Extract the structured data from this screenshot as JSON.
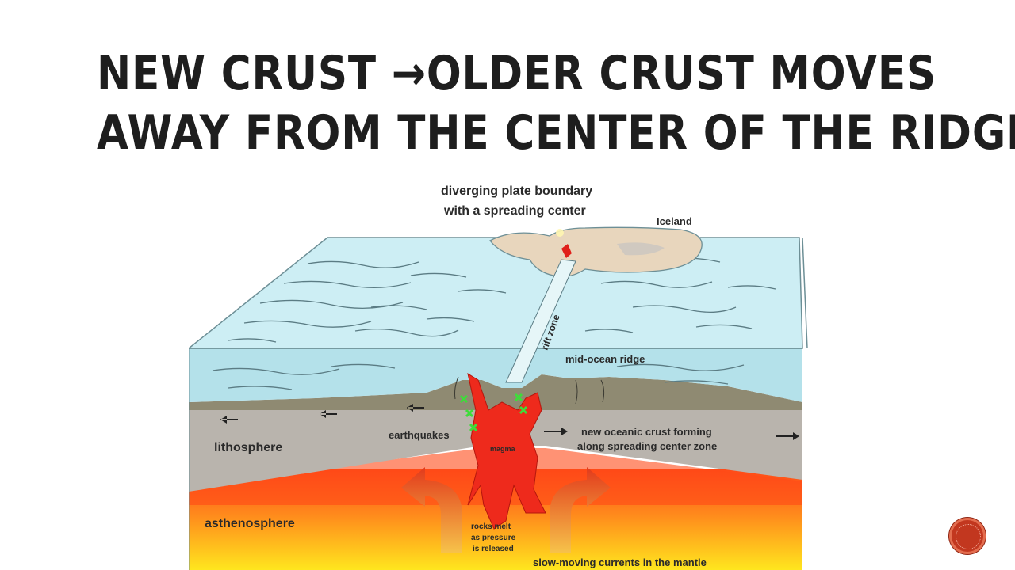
{
  "title": {
    "line1": "New crust →older crust moves",
    "line2": "away from the center of the ridge"
  },
  "diagram": {
    "labels": {
      "header_line1": "diverging plate boundary",
      "header_line2": "with a spreading center",
      "iceland": "Iceland",
      "rift_zone": "rift zone",
      "mid_ocean_ridge": "mid-ocean ridge",
      "new_crust_line1": "new oceanic crust forming",
      "new_crust_line2": "along spreading center zone",
      "earthquakes": "earthquakes",
      "lithosphere": "lithosphere",
      "magma": "magma",
      "asthenosphere": "asthenosphere",
      "rocks_melt_line1": "rocks melt",
      "rocks_melt_line2": "as pressure",
      "rocks_melt_line3": "is released",
      "slow_currents": "slow-moving currents in the mantle"
    },
    "colors": {
      "ocean_surface": "#cdeef4",
      "ocean_side": "#b4e1ea",
      "lithosphere": "#b9b4ad",
      "seafloor": "#8f8a72",
      "iceland": "#e8d6bd",
      "magma": "#ee2a1c",
      "asthenosphere_top": "#ff5a1a",
      "asthenosphere_bottom": "#ffe61e",
      "earthquake_marks": "#3edc3a",
      "nav_button": "#c2371f"
    }
  }
}
